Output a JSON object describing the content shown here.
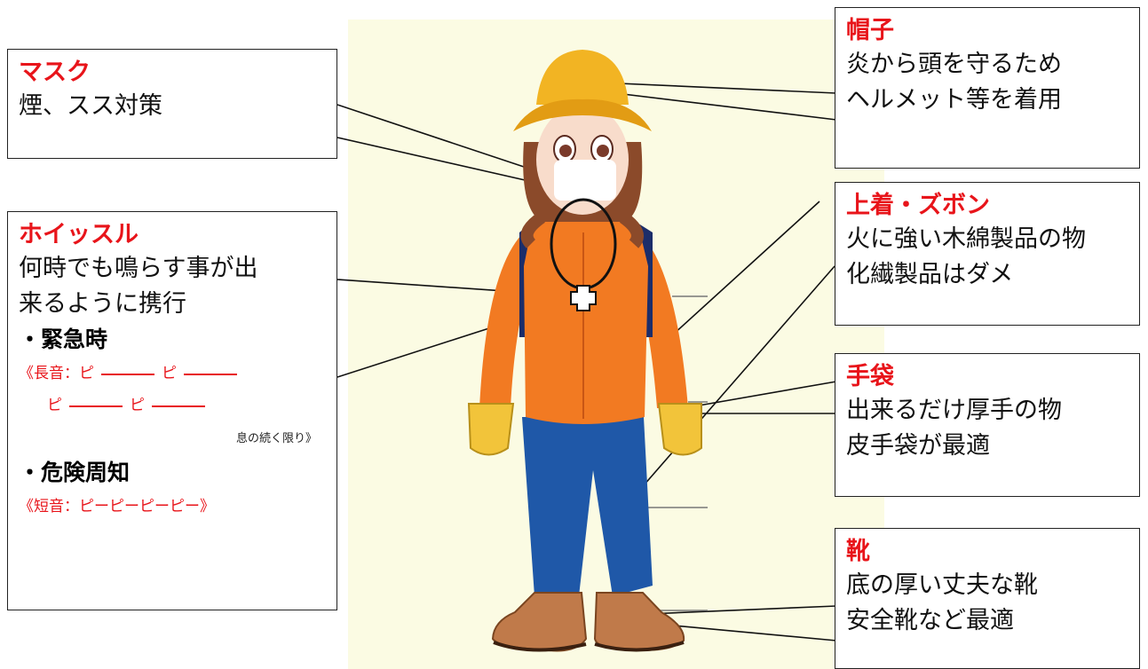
{
  "boxes": {
    "mask": {
      "title": "マスク",
      "lines": [
        "煙、スス対策"
      ]
    },
    "hat": {
      "title": "帽子",
      "lines": [
        "炎から頭を守るため",
        "ヘルメット等を着用"
      ]
    },
    "whistle": {
      "title": "ホイッスル",
      "lines": [
        "何時でも鳴らす事が出",
        "来るように携行"
      ],
      "emergency": {
        "label": "・緊急時",
        "line1_a": "《長音：ピ",
        "line1_b": "ピ",
        "line2_a": "ピ",
        "line2_b": "ピ",
        "line3": "息の続く限り》"
      },
      "alert": {
        "label": "・危険周知",
        "line": "《短音：ピーピーピーピー》"
      }
    },
    "clothes": {
      "title": "上着・ズボン",
      "lines": [
        "火に強い木綿製品の物",
        "化繊製品はダメ"
      ]
    },
    "gloves": {
      "title": "手袋",
      "lines": [
        "出来るだけ厚手の物",
        "皮手袋が最適"
      ]
    },
    "boots": {
      "title": "靴",
      "lines": [
        "底の厚い丈夫な靴",
        "安全靴など最適"
      ]
    }
  },
  "colors": {
    "title_red": "#e8141a",
    "jacket_orange": "#f27a22",
    "pants_blue": "#1f58a8",
    "hat_yellow": "#f2b423",
    "glove_yellow": "#f2c43a",
    "boot_brown": "#c07a4a",
    "background_cream": "#fbfbe3"
  }
}
